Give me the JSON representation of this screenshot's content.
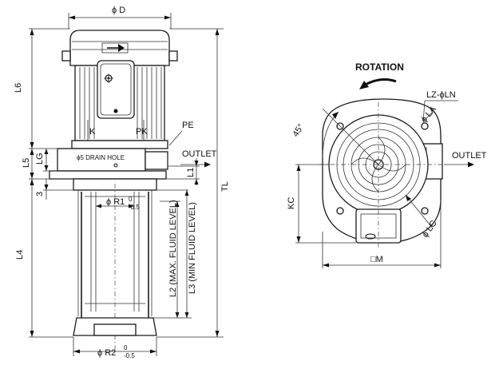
{
  "side_view": {
    "labels": {
      "phi_d": "ϕ D",
      "l6": "L6",
      "l5": "L5",
      "lg": "LG",
      "three": "3",
      "l4": "L4",
      "tl": "TL",
      "k": "K",
      "pk": "PK",
      "pe": "PE",
      "outlet": "OUTLET",
      "drain_hole": "ϕ5 DRAIN HOLE",
      "l1": "L1",
      "phi_r1": "ϕ R1",
      "r1_tol": "0\n-0.5",
      "max_fluid": "L2 (MAX. FLUID LEVEL)",
      "min_fluid": "L3 (MIN FLUID LEVEL)",
      "phi_r2": "ϕ R2",
      "r2_tol": "0\n-0.5"
    }
  },
  "top_view": {
    "labels": {
      "rotation": "ROTATION",
      "lz_ln": "LZ-ϕLN",
      "la": "ϕ LA",
      "angle": "45°",
      "outlet": "OUTLET",
      "kc": "KC",
      "lc": "ϕ LC",
      "m": "□M"
    }
  }
}
